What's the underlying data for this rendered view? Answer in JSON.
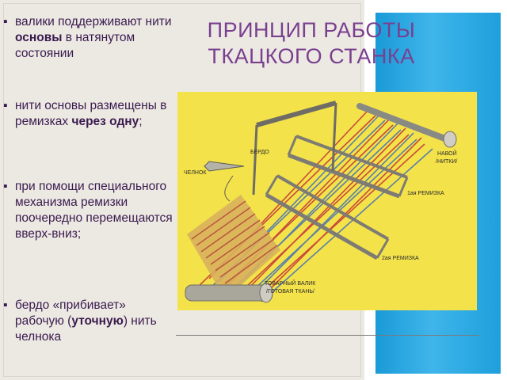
{
  "slide": {
    "title": "ПРИНЦИП РАБОТЫ ТКАЦКОГО СТАНКА",
    "bullets": [
      {
        "mark": "▪",
        "parts": [
          "валики поддерживают нити ",
          "основы",
          " в натянутом состоянии"
        ]
      },
      {
        "mark": "▪",
        "parts": [
          "нити основы размещены в ремизках ",
          "через одну",
          ";"
        ]
      },
      {
        "mark": "▪",
        "parts": [
          "при помощи специального механизма ремизки поочередно перемещаются вверх-вниз;"
        ]
      },
      {
        "mark": "▪",
        "parts": [
          "бердо  «прибивает» рабочую (",
          "уточную",
          ") нить челнока"
        ]
      }
    ]
  },
  "figure": {
    "labels": {
      "berdo": "БЕРДО",
      "chelnok": "ЧЕЛНОК",
      "navoi": "НАВОЙ",
      "navoi_sub": "/НИТКИ/",
      "remizka1": "1ая РЕМИЗКА",
      "remizka2": "2ая РЕМИЗКА",
      "tovarny": "ТОВАРНЫЙ ВАЛИК",
      "tovarny_sub": "/ГОТОВАЯ ТКАНЬ/"
    },
    "colors": {
      "background": "#f3e24a",
      "warp_red": "#c84a3a",
      "warp_blue": "#5a7fa8",
      "frame": "#8a8a84"
    }
  }
}
